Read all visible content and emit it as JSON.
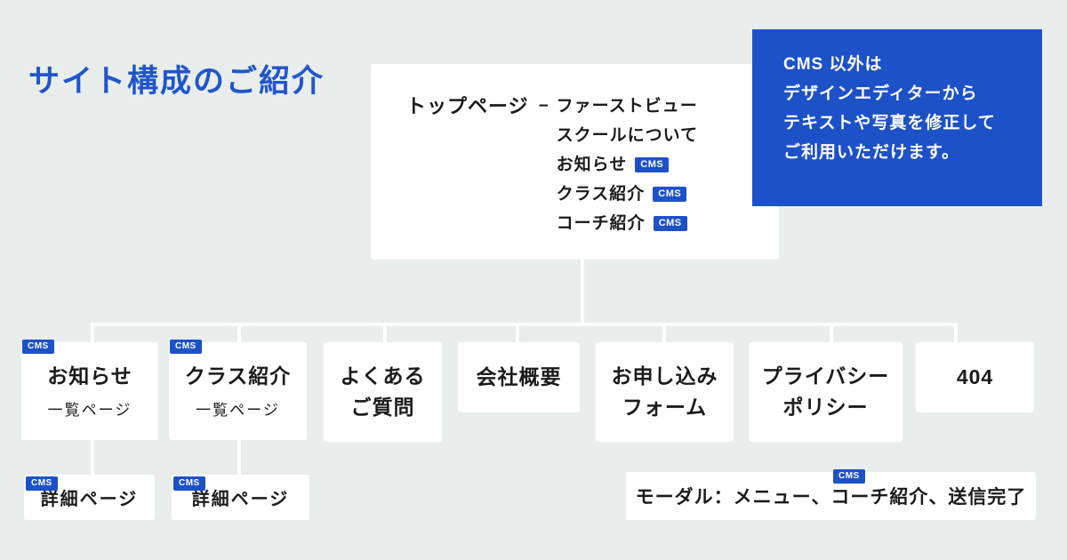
{
  "page": {
    "title": "サイト構成のご紹介"
  },
  "colors": {
    "background": "#e9eeec",
    "accent_blue": "#1d51c8",
    "title_blue": "#2155cb",
    "box_white": "#ffffff",
    "text_dark": "#1b1b1b",
    "line_white": "#ffffff"
  },
  "badge_label": "CMS",
  "top_box": {
    "title": "トップページ",
    "dash": "−",
    "items": [
      {
        "label": "ファーストビュー",
        "cms": false
      },
      {
        "label": "スクールについて",
        "cms": false
      },
      {
        "label": "お知らせ",
        "cms": true
      },
      {
        "label": "クラス紹介",
        "cms": true
      },
      {
        "label": "コーチ紹介",
        "cms": true
      }
    ]
  },
  "note_box": {
    "lines": [
      "CMS 以外は",
      "デザインエディターから",
      "テキストや写真を修正して",
      "ご利用いただけます。"
    ]
  },
  "level2": [
    {
      "title": "お知らせ",
      "subtitle": "一覧ページ",
      "cms": true
    },
    {
      "title": "クラス紹介",
      "subtitle": "一覧ページ",
      "cms": true
    },
    {
      "title": "よくある",
      "title2": "ご質問",
      "cms": false
    },
    {
      "title": "会社概要",
      "cms": false
    },
    {
      "title": "お申し込み",
      "title2": "フォーム",
      "cms": false
    },
    {
      "title": "プライバシー",
      "title2": "ポリシー",
      "cms": false
    },
    {
      "title": "404",
      "cms": false
    }
  ],
  "level3": [
    {
      "title": "詳細ページ",
      "cms": true
    },
    {
      "title": "詳細ページ",
      "cms": true
    }
  ],
  "modal_box": {
    "label": "モーダル：メニュー、コーチ紹介、送信完了",
    "cms": true
  }
}
